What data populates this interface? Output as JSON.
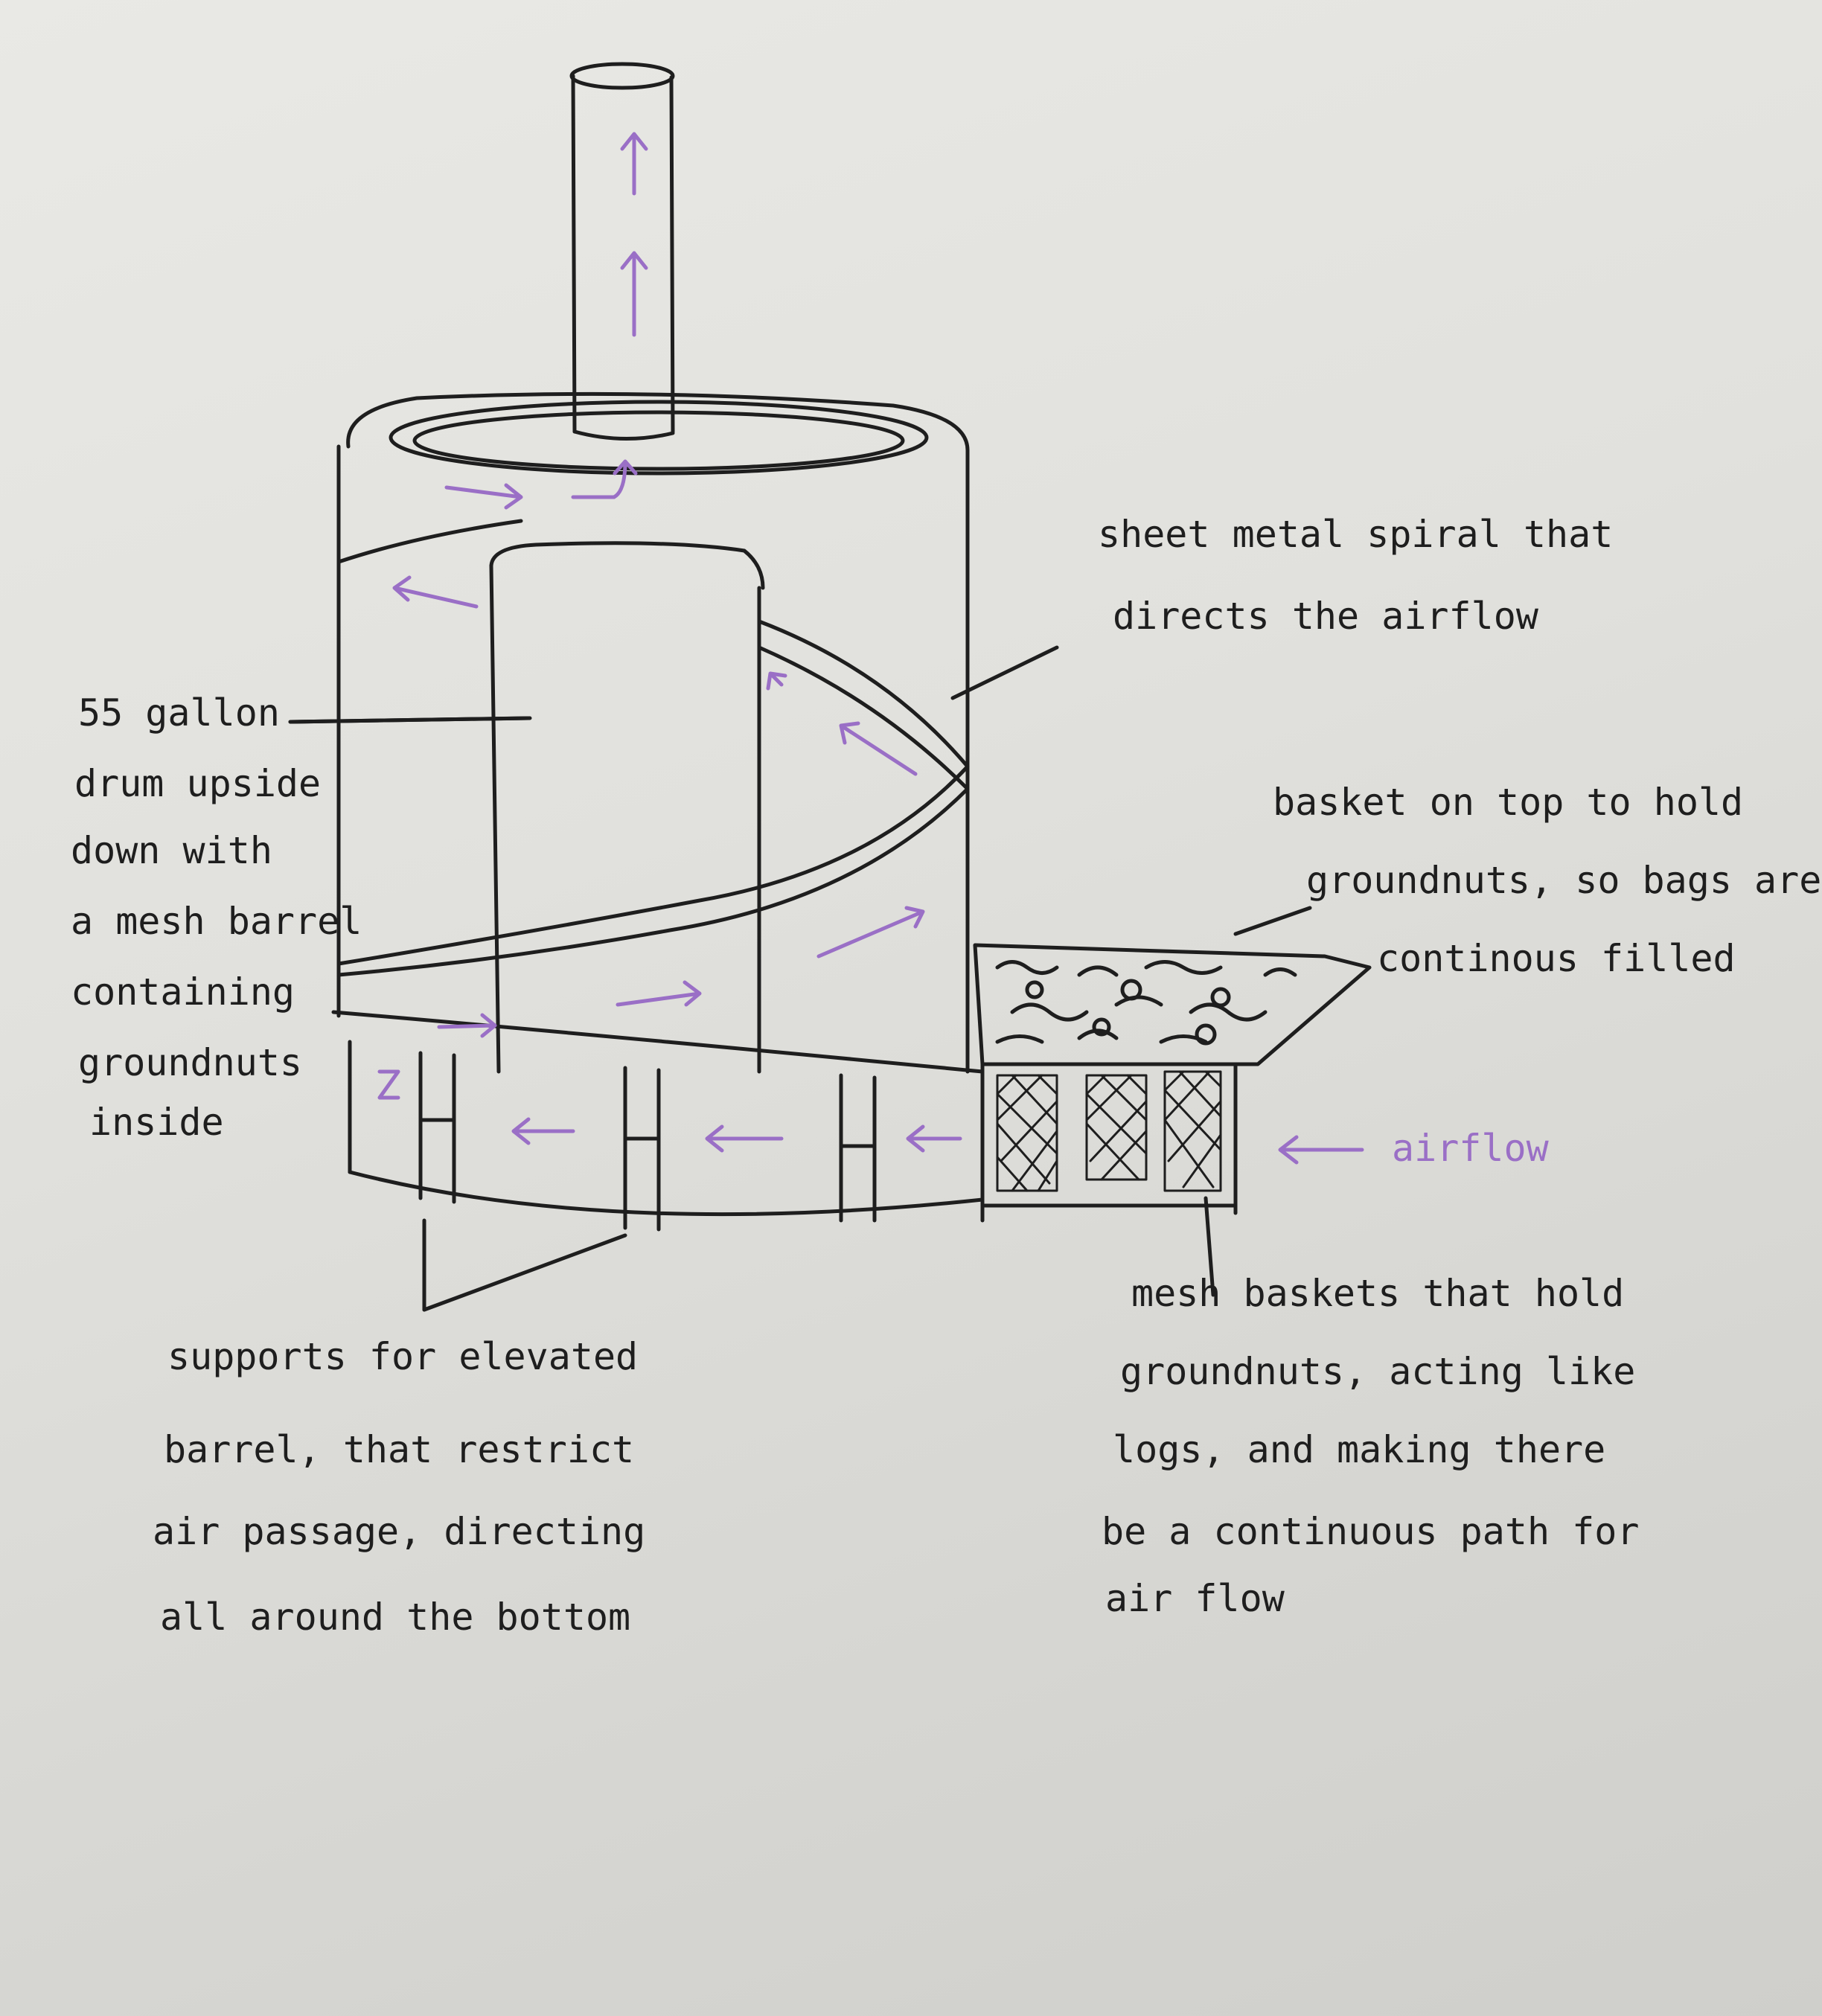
{
  "colors": {
    "ink": "#1e1e1e",
    "arrow": "#9a6fc6",
    "paper": "#e6e6e2"
  },
  "labels": {
    "spiral": [
      "sheet metal spiral that",
      "directs the airflow"
    ],
    "drum": [
      "55 gallon",
      "drum upside",
      "down with",
      "a mesh barrel",
      "containing",
      "groundnuts",
      "inside"
    ],
    "basket_top": [
      "basket on top to hold",
      "groundnuts, so bags are",
      "continous filled"
    ],
    "airflow": "airflow",
    "supports": [
      "supports for elevated",
      "barrel, that restrict",
      "air passage, directing",
      "all around the bottom"
    ],
    "mesh_baskets": [
      "mesh baskets that hold",
      "groundnuts, acting like",
      "logs, and making there",
      "be a continuous path for",
      "air flow"
    ]
  }
}
